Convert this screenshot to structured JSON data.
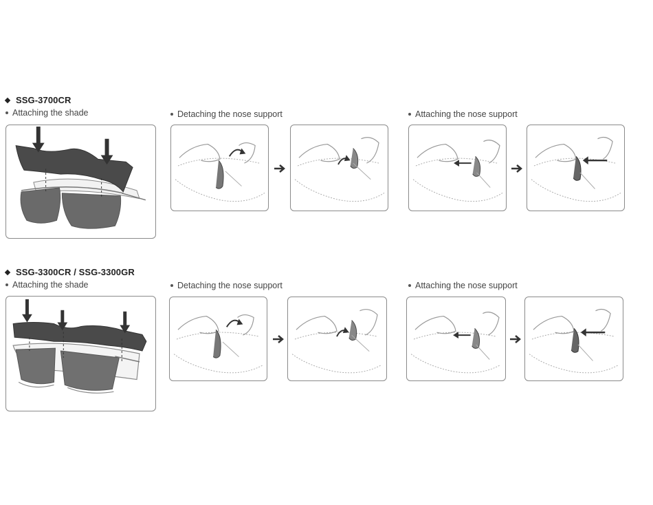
{
  "sections": [
    {
      "model": "SSG-3700CR",
      "shade_label": "Attaching the shade",
      "detach_label": "Detaching the nose support",
      "attach_label": "Attaching the nose support"
    },
    {
      "model": "SSG-3300CR / SSG-3300GR",
      "shade_label": "Attaching the shade",
      "detach_label": "Detaching the nose support",
      "attach_label": "Attaching the nose support"
    }
  ],
  "colors": {
    "border": "#8a8a8a",
    "shade": "#4a4a4a",
    "line_art": "#9a9a9a",
    "arrow": "#333333"
  },
  "icons": [
    "diamond-icon",
    "bullet-icon",
    "arrow-right-icon",
    "down-arrow-icon"
  ]
}
